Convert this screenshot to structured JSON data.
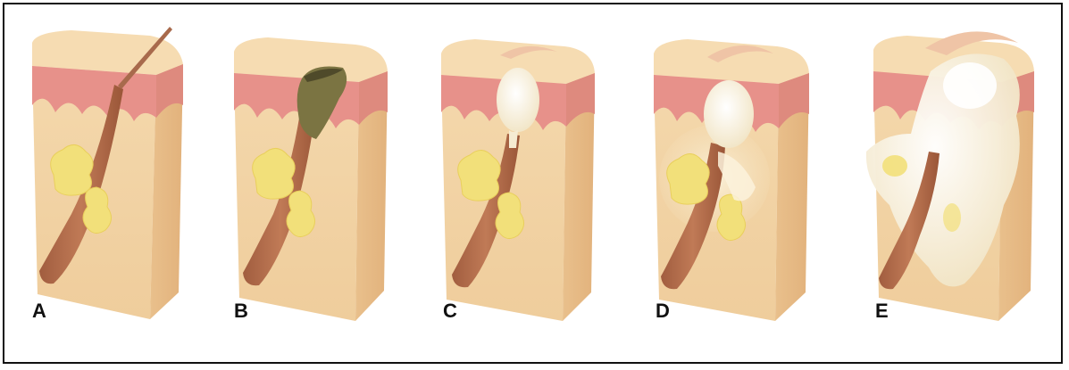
{
  "panels": [
    {
      "label": "A",
      "stage": "normal-follicle-with-hair"
    },
    {
      "label": "B",
      "stage": "blackhead-comedone"
    },
    {
      "label": "C",
      "stage": "whitehead-closed-comedone"
    },
    {
      "label": "D",
      "stage": "papule-inflamed"
    },
    {
      "label": "E",
      "stage": "pustule-cyst-ruptured"
    }
  ],
  "colors": {
    "dermis": "#f3d5a5",
    "dermis_side": "#e5b982",
    "epidermis": "#e7918a",
    "top_surface": "#f6dcb2",
    "follicle": "#b7714f",
    "gland": "#f2e07a",
    "sebum_plug_dark": "#7b7442",
    "pus": "#fbf5e6"
  }
}
